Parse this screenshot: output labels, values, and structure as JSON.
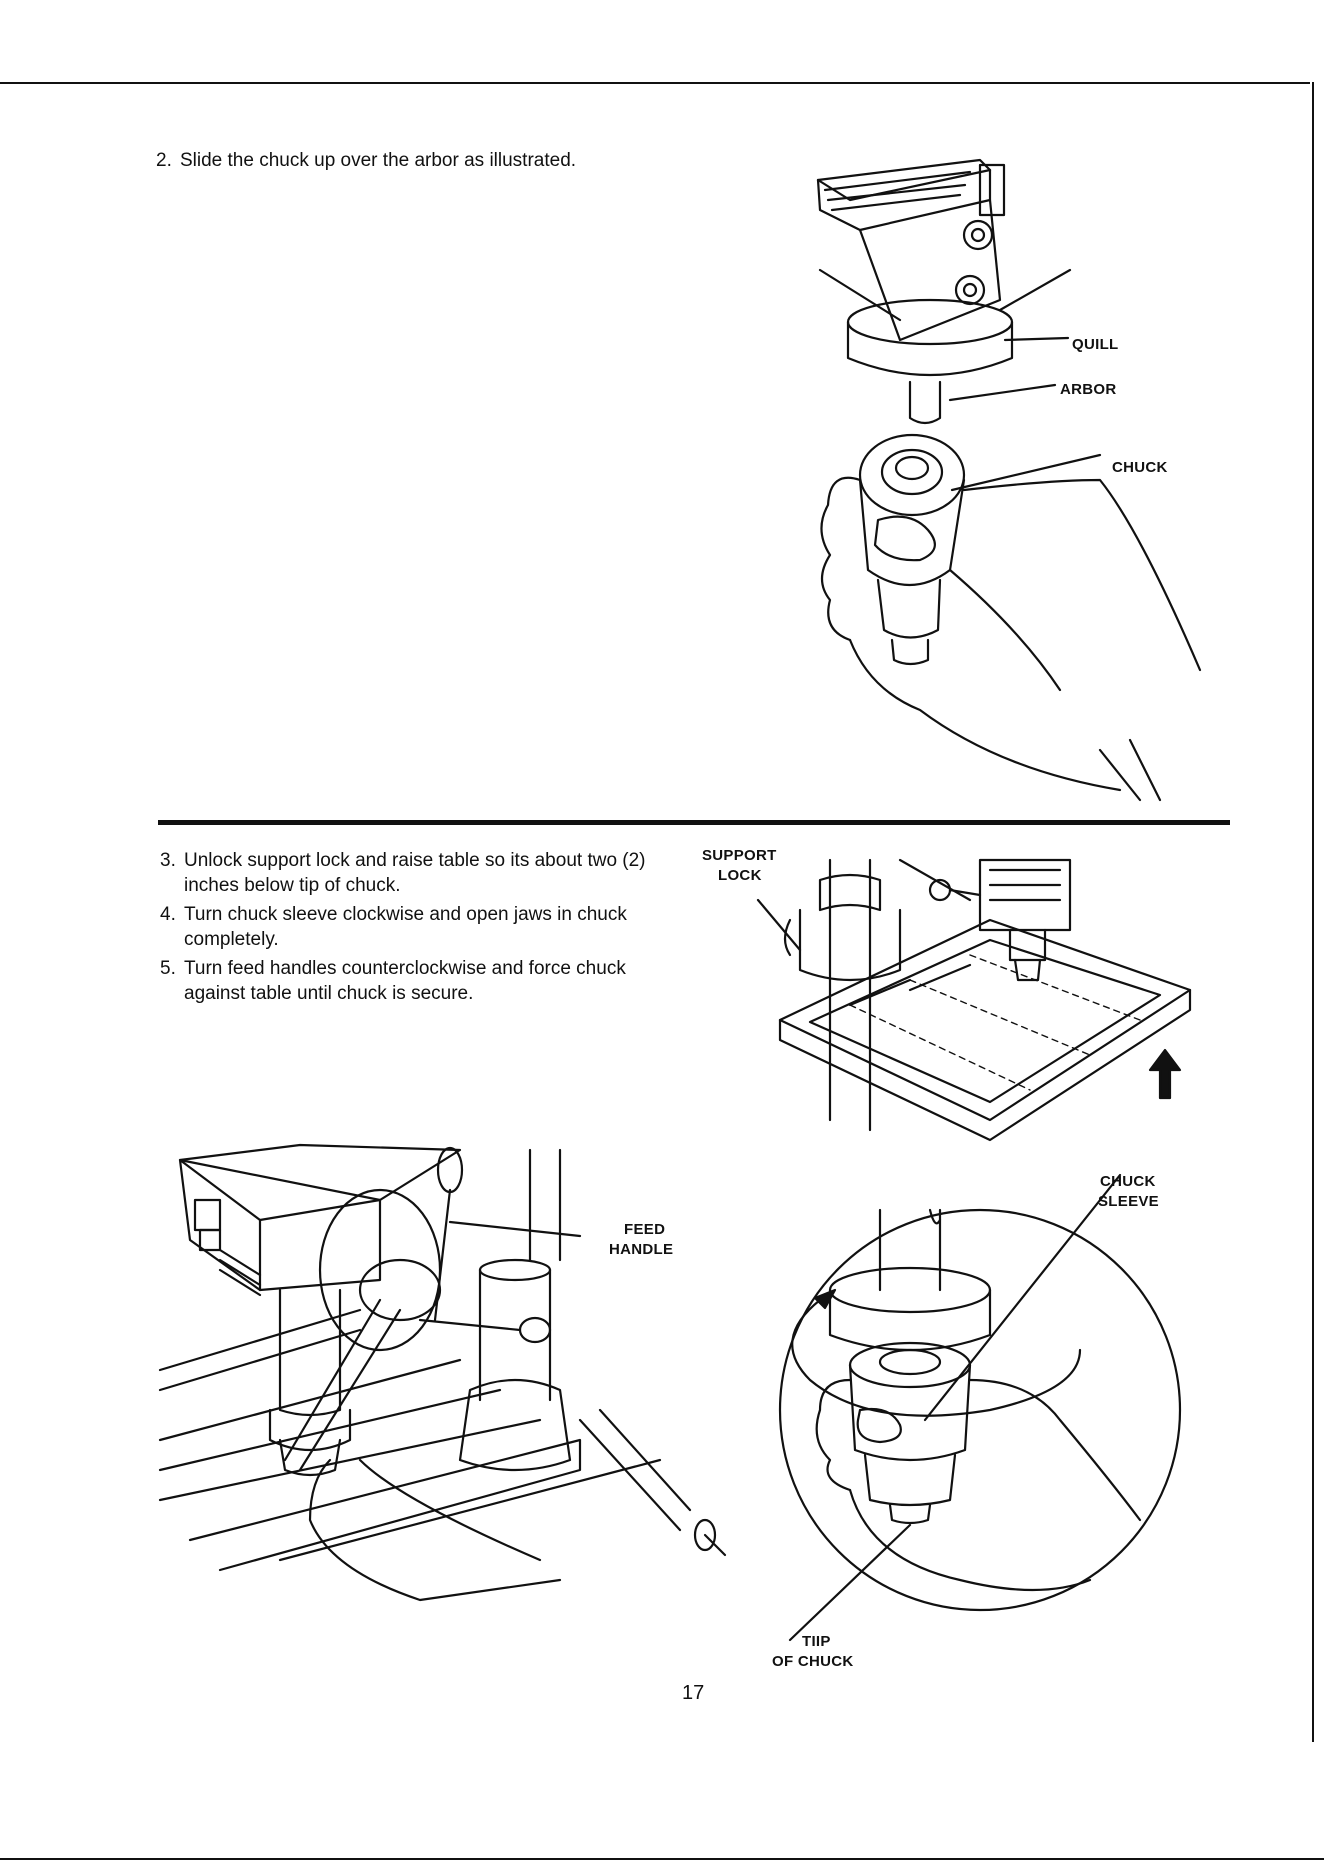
{
  "steps": [
    {
      "number": "2.",
      "text": "Slide the chuck up over the arbor as illustrated."
    },
    {
      "number": "3.",
      "text": "Unlock support lock and raise table so its about two (2) inches below tip of chuck."
    },
    {
      "number": "4.",
      "text": "Turn chuck sleeve clockwise and open jaws in chuck completely."
    },
    {
      "number": "5.",
      "text": "Turn feed handles counterclockwise and force chuck against table until chuck is secure."
    }
  ],
  "figure_labels": {
    "quill": "QUILL",
    "arbor": "ARBOR",
    "chuck": "CHUCK",
    "support_lock_line1": "SUPPORT",
    "support_lock_line2": "LOCK",
    "feed_handle_line1": "FEED",
    "feed_handle_line2": "HANDLE",
    "chuck_sleeve_line1": "CHUCK",
    "chuck_sleeve_line2": "SLEEVE",
    "tip_of_chuck_line1": "TIIP",
    "tip_of_chuck_line2": "OF CHUCK"
  },
  "page_number": "17"
}
